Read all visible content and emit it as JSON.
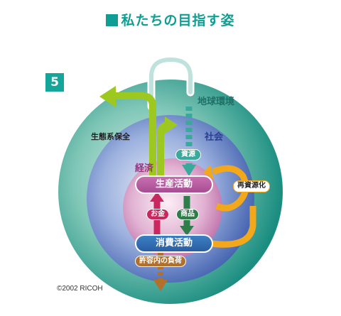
{
  "title": "私たちの目指す姿",
  "badge": "5",
  "labels": {
    "earth": "地球環境",
    "society": "社会",
    "economy": "経済",
    "ecosystem": "生態系保全",
    "resources": "資源",
    "production": "生産活動",
    "recycling": "再資源化",
    "money": "お金",
    "goods": "商品",
    "consumption": "消費活動",
    "load": "許容内の負荷"
  },
  "copyright": "©2002 RICOH",
  "colors": {
    "title": "#0f9e94",
    "earth": "#1f9b8c",
    "society": "#3a56a8",
    "economy": "#b44796",
    "green_arrow": "#9cc820",
    "orange_arrow": "#f2a81a",
    "money_arrow": "#c8285e",
    "goods_arrow": "#2f7d4a",
    "load_arrow": "#b3702a",
    "resource_arrow": "#3aa89b"
  }
}
